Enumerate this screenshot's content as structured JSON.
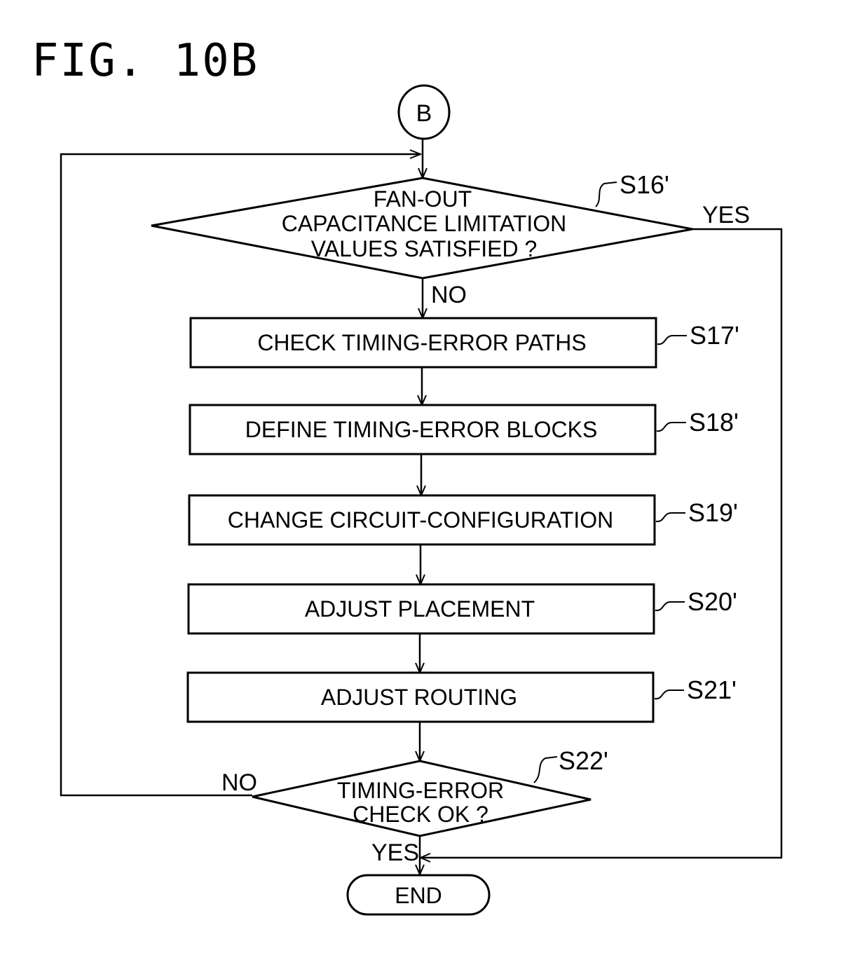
{
  "figure": {
    "title": "FIG. 10B"
  },
  "connector": {
    "label": "B"
  },
  "decisions": [
    {
      "id": "S16'",
      "lines": [
        "FAN-OUT",
        "CAPACITANCE LIMITATION",
        "VALUES SATISFIED ?"
      ],
      "yes_label": "YES",
      "no_label": "NO"
    },
    {
      "id": "S22'",
      "lines": [
        "TIMING-ERROR",
        "CHECK OK ?"
      ],
      "yes_label": "YES",
      "no_label": "NO"
    }
  ],
  "steps": [
    {
      "id": "S17'",
      "label": "CHECK TIMING-ERROR PATHS"
    },
    {
      "id": "S18'",
      "label": "DEFINE TIMING-ERROR BLOCKS"
    },
    {
      "id": "S19'",
      "label": "CHANGE CIRCUIT-CONFIGURATION"
    },
    {
      "id": "S20'",
      "label": "ADJUST PLACEMENT"
    },
    {
      "id": "S21'",
      "label": "ADJUST ROUTING"
    }
  ],
  "terminal": {
    "label": "END"
  }
}
